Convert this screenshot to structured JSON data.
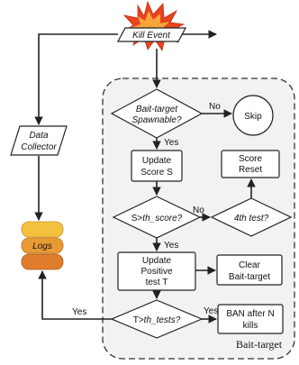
{
  "kill_event": "Kill Event",
  "data_collector": [
    "Data",
    "Collector"
  ],
  "logs": "Logs",
  "bait_spawnable": [
    "Bait-target",
    "Spawnable?"
  ],
  "skip": "Skip",
  "update_score": [
    "Update",
    "Score S"
  ],
  "score_reset": [
    "Score",
    "Reset"
  ],
  "check_score": [
    "S>",
    "th_score?"
  ],
  "fourth_test": "4th test?",
  "update_positive": [
    "Update",
    "Positive",
    "test T"
  ],
  "clear_bait": [
    "Clear",
    "Bait-target"
  ],
  "check_tests": [
    "T>",
    "th_tests?"
  ],
  "ban": [
    "BAN after N",
    "kills"
  ],
  "region_label": "Bait-target",
  "edge_labels": {
    "no_skip": "No",
    "yes_update_score": "Yes",
    "no_fourth": "No",
    "yes_update_positive": "Yes",
    "yes_logs": "Yes",
    "yes_ban": "Yes"
  },
  "colors": {
    "burst_outer": "#e8431f",
    "burst_inner": "#f7a53b",
    "logs_top": "#f4c13f",
    "logs_middle": "#e99b33",
    "logs_bottom": "#df7d2c",
    "region_fill": "#f2f2f2"
  }
}
